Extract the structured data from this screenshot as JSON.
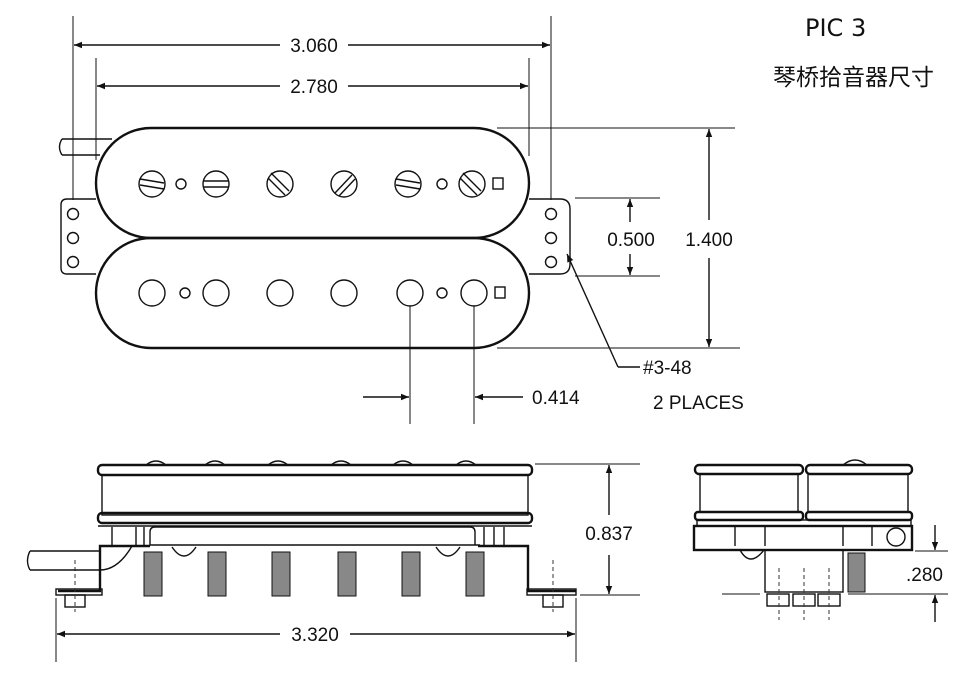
{
  "header": {
    "figure_label": "PIC 3",
    "caption": "琴桥拾音器尺寸"
  },
  "top_view": {
    "dimensions": {
      "overall_width": "3.060",
      "cover_width": "2.780",
      "height": "1.400",
      "mount_hole_spacing": "0.500",
      "pole_spacing": "0.414"
    },
    "note": {
      "screw": "#3-48",
      "places": "2 PLACES"
    }
  },
  "side_view": {
    "dimensions": {
      "height": "0.837",
      "base_width": "3.320"
    }
  },
  "end_view": {
    "dimensions": {
      "foot_height": ".280"
    }
  }
}
